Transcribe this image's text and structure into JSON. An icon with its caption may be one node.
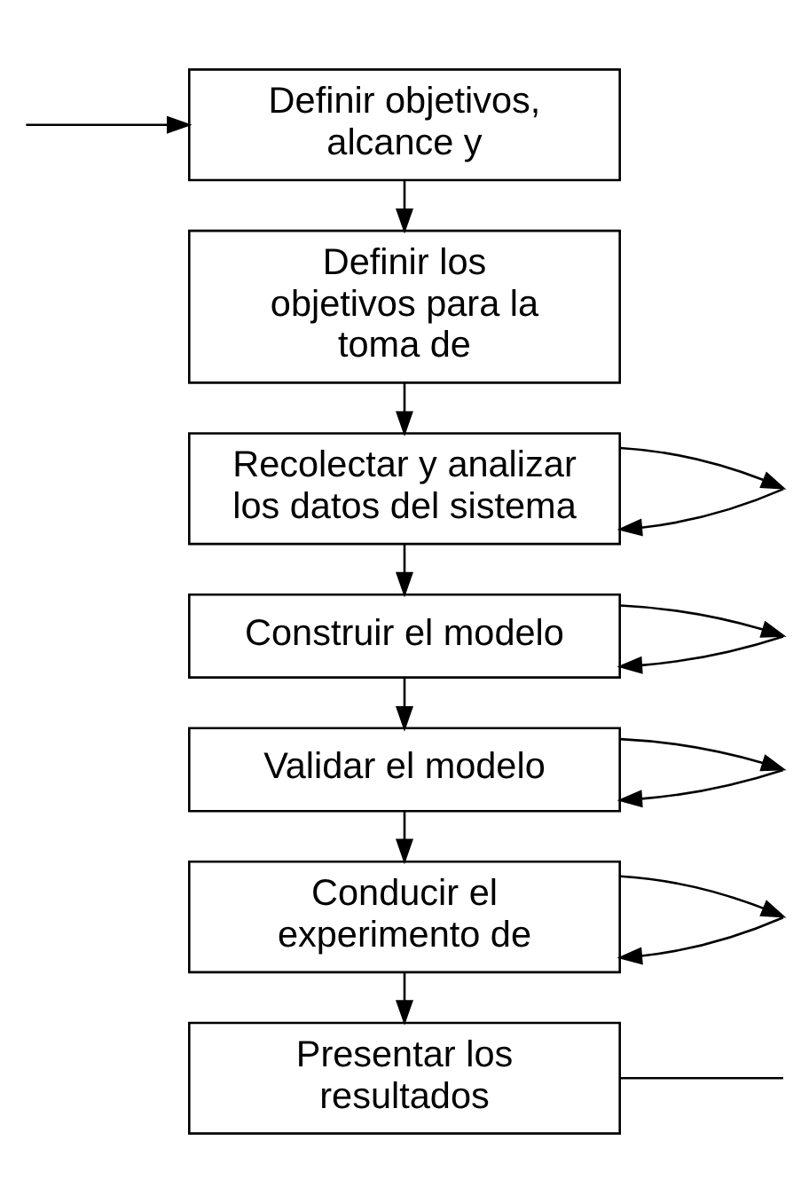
{
  "diagram": {
    "nodes": [
      {
        "text": [
          "Definir objetivos, alcance y"
        ]
      },
      {
        "text": [
          "Definir los objetivos para la toma de"
        ]
      },
      {
        "text": [
          "Recolectar y analizar los datos del sistema"
        ]
      },
      {
        "text": [
          "Construir el modelo"
        ]
      },
      {
        "text": [
          "Validar el modelo"
        ]
      },
      {
        "text": [
          "Conducir el experimento de"
        ]
      },
      {
        "text": [
          "Presentar los resultados"
        ]
      }
    ],
    "edges": [
      {
        "from": 0,
        "to": 1,
        "arrow": "to"
      },
      {
        "from": 1,
        "to": 2,
        "arrow": "to"
      },
      {
        "from": 2,
        "to": 3,
        "arrow": "to"
      },
      {
        "from": 3,
        "to": 4,
        "arrow": "to"
      },
      {
        "from": 4,
        "to": 5,
        "arrow": "to"
      },
      {
        "from": 5,
        "to": 6,
        "arrow": "to"
      },
      {
        "from": null,
        "to": 0,
        "arrow": "to"
      },
      {
        "from": null,
        "to": 2,
        "arrow": "to"
      },
      {
        "from": 2,
        "to": null,
        "arrow": "to"
      },
      {
        "from": null,
        "to": 3,
        "arrow": "to"
      },
      {
        "from": 3,
        "to": null,
        "arrow": "to"
      },
      {
        "from": null,
        "to": 4,
        "arrow": "to"
      },
      {
        "from": 4,
        "to": null,
        "arrow": "to"
      },
      {
        "from": null,
        "to": 5,
        "arrow": "to"
      },
      {
        "from": 5,
        "to": null,
        "arrow": "to"
      },
      {
        "from": 6,
        "to": null,
        "arrow": "none"
      }
    ]
  }
}
